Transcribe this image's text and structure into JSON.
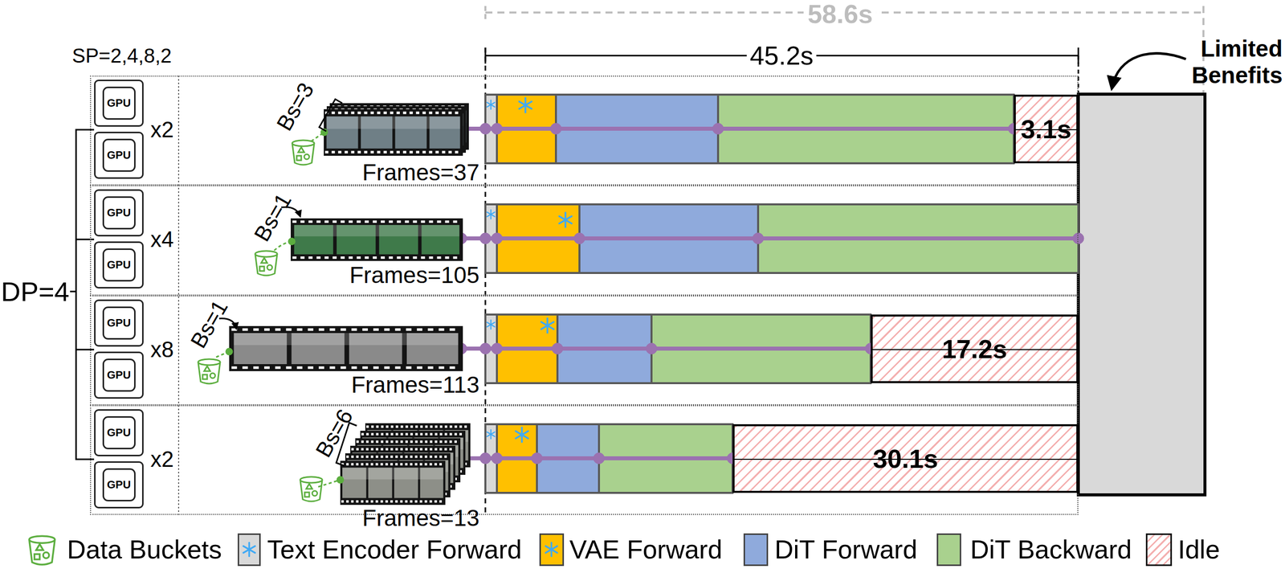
{
  "diagram": {
    "nodes": [
      {
        "text": [
          "x2",
          "Bs=3",
          "Frames=37"
        ]
      },
      {
        "text": [
          "GPU"
        ],
        "in": 0
      },
      {
        "text": [
          "GPU"
        ],
        "in": 0
      },
      {
        "text": [
          "3.1s"
        ],
        "in": 0
      },
      {
        "text": [
          "x4",
          "Bs=1",
          "Frames=105"
        ]
      },
      {
        "text": [
          "GPU"
        ],
        "in": 4
      },
      {
        "text": [
          "GPU"
        ],
        "in": 4
      },
      {
        "text": [
          "x8",
          "Bs=1",
          "Frames=113"
        ]
      },
      {
        "text": [
          "GPU"
        ],
        "in": 7
      },
      {
        "text": [
          "GPU"
        ],
        "in": 7
      },
      {
        "text": [
          "17.2s"
        ],
        "in": 7
      },
      {
        "text": [
          "x2",
          "Bs=6",
          "Frames=13"
        ]
      },
      {
        "text": [
          "GPU"
        ],
        "in": 11
      },
      {
        "text": [
          "GPU"
        ],
        "in": 11
      },
      {
        "text": [
          "30.1s"
        ],
        "in": 11
      }
    ],
    "labels": [
      "58.6s",
      "45.2s",
      "SP=2,4,8,2",
      "Limited Benefits",
      "DP=4"
    ],
    "legend": [
      {
        "text": "Data Buckets"
      },
      {
        "text": "Text Encoder Forward",
        "color": "#d9d9d9"
      },
      {
        "text": "VAE Forward",
        "color": "#ffc000"
      },
      {
        "text": "DiT Forward",
        "color": "#8faadc"
      },
      {
        "text": "DiT Backward",
        "color": "#a9d18e"
      },
      {
        "text": "Idle"
      }
    ]
  }
}
